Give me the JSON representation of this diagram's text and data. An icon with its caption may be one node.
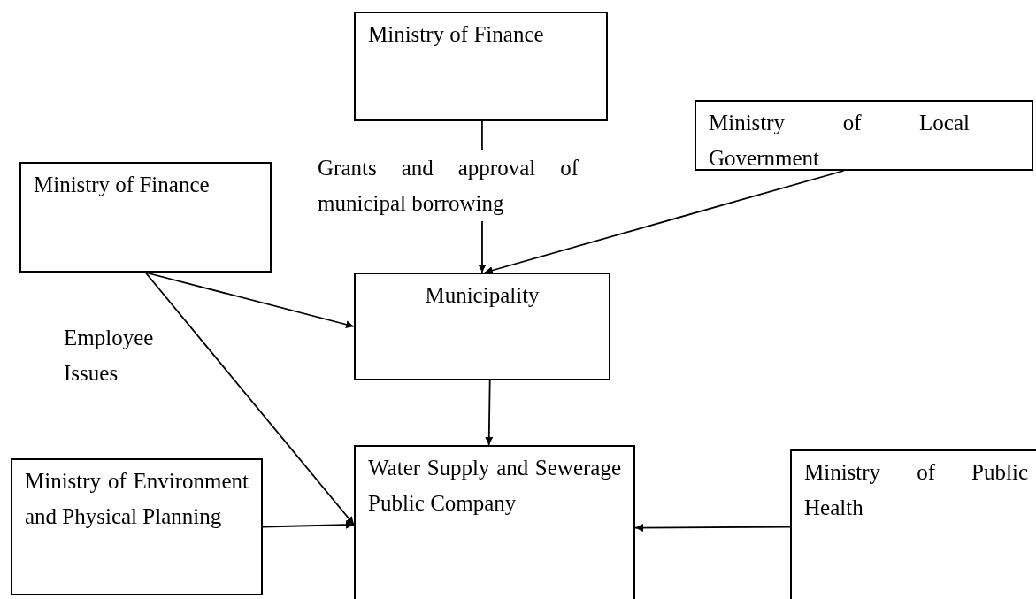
{
  "diagram": {
    "nodes": [
      {
        "text": [
          "Ministry of Finance"
        ]
      },
      {
        "text": [
          "Ministry of Local Government"
        ]
      },
      {
        "text": [
          "Ministry of Finance"
        ]
      },
      {
        "text": [
          "Municipality"
        ]
      },
      {
        "text": [
          "Ministry of Environment and Physical Planning"
        ]
      },
      {
        "text": [
          "Water Supply and Sewerage Public Company"
        ]
      },
      {
        "text": [
          "Ministry of Public Health"
        ]
      }
    ],
    "edges": [
      {
        "from": 0,
        "to": 3,
        "arrow": "to",
        "label": "Grants and approval of municipal borrowing"
      },
      {
        "from": 1,
        "to": 3,
        "arrow": "to"
      },
      {
        "from": 2,
        "to": 3,
        "arrow": "to"
      },
      {
        "from": 2,
        "to": 5,
        "arrow": "to",
        "label": "Employee Issues"
      },
      {
        "from": 3,
        "to": 5,
        "arrow": "to"
      },
      {
        "from": 4,
        "to": 5,
        "arrow": "to"
      },
      {
        "from": 6,
        "to": 5,
        "arrow": "to"
      }
    ]
  }
}
